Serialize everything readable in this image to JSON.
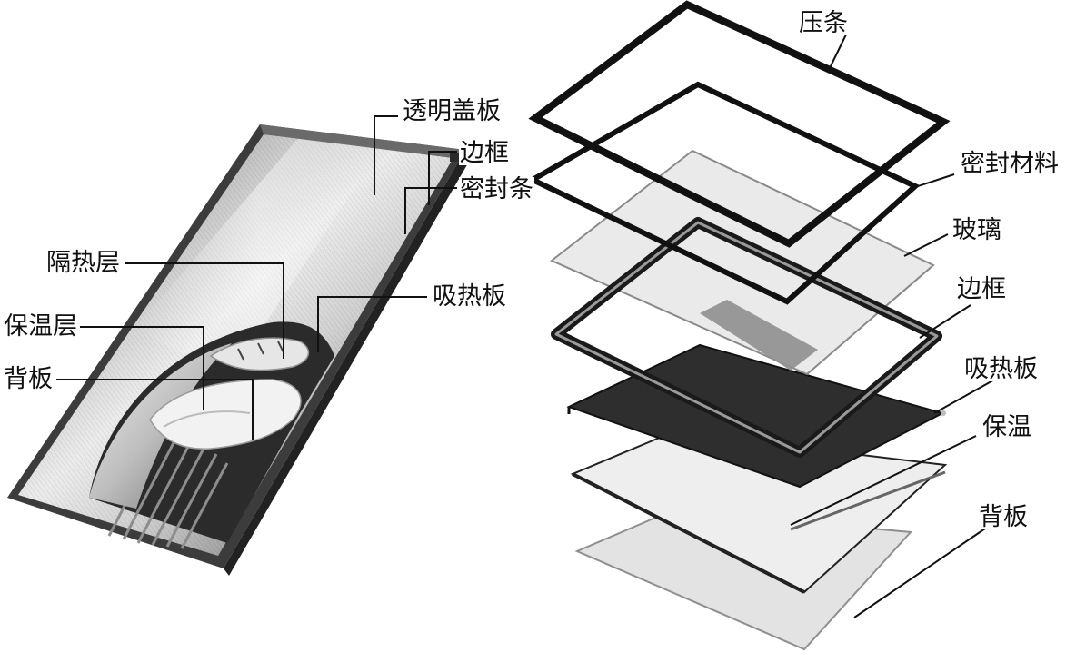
{
  "left_labels": {
    "transparent_cover": "透明盖板",
    "frame": "边框",
    "seal_strip": "密封条",
    "heat_insulation_layer": "隔热层",
    "absorber_plate": "吸热板",
    "thermal_insulation_layer": "保温层",
    "back_plate": "背板"
  },
  "right_labels": {
    "press_strip": "压条",
    "sealing_material": "密封材料",
    "glass": "玻璃",
    "frame": "边框",
    "absorber_plate": "吸热板",
    "insulation": "保温",
    "back_plate": "背板"
  }
}
